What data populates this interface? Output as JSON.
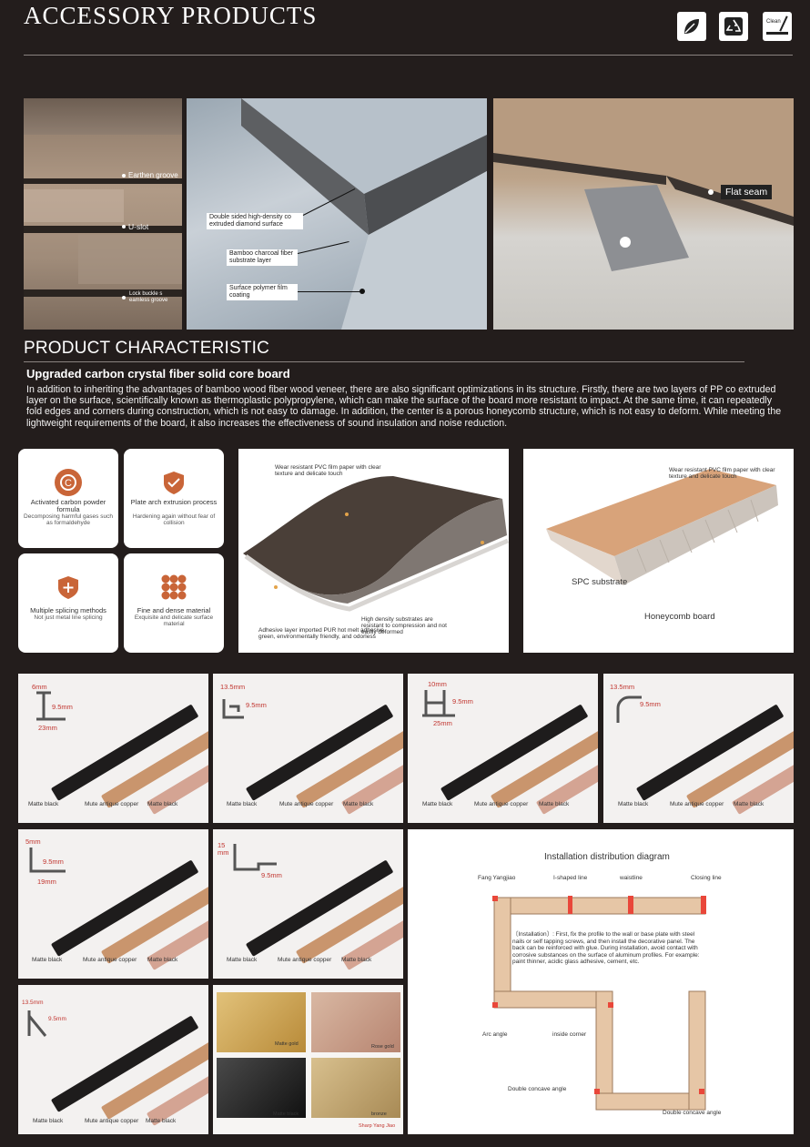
{
  "header": {
    "title": "ACCESSORY PRODUCTS",
    "icons": [
      "leaf-icon",
      "recycle-icon",
      "clean-icon"
    ],
    "clean_label": "Clean"
  },
  "panel1": {
    "labels": [
      "Earthen groove",
      "U-slot",
      "Lock buckle s eamless groove"
    ]
  },
  "panel2": {
    "labels": [
      "Double sided high-density co extruded diamond surface",
      "Bamboo charcoal fiber substrate layer",
      "Surface polymer film coating"
    ]
  },
  "panel3": {
    "label": "Flat seam"
  },
  "characteristic": {
    "heading": "PRODUCT CHARACTERISTIC",
    "subheading": "Upgraded carbon crystal fiber solid core board",
    "paragraph": "In addition to inheriting the advantages of bamboo wood fiber wood veneer, there are also significant optimizations in its structure. Firstly, there are two layers of PP co extruded layer on the surface, scientifically known as thermoplastic polypropylene, which can make the surface of the board more resistant to impact. At the same time, it can repeatedly fold edges and corners during construction, which is not easy to damage. In addition, the center is a porous honeycomb structure, which is not easy to deform. While meeting the lightweight requirements of the board, it also increases the effectiveness of sound insulation and noise reduction."
  },
  "features": [
    {
      "title": "Activated carbon powder formula",
      "desc": "Decomposing harmful gases such as formaldehyde",
      "icon": "carbon-molecule-icon"
    },
    {
      "title": "Plate arch extrusion process",
      "desc": "Hardening again without fear of collision",
      "icon": "shield-check-icon"
    },
    {
      "title": "Multiple splicing methods",
      "desc": "Not just metal line splicing",
      "icon": "shield-plus-icon"
    },
    {
      "title": "Fine and dense material",
      "desc": "Exquisite and delicate surface material",
      "icon": "honeycomb-icon"
    }
  ],
  "board_layers": {
    "top": "Wear resistant PVC film paper with clear texture and delicate touch",
    "adhesive": "Adhesive layer imported PUR hot melt adhesive, green, environmentally friendly, and odorless",
    "substrate": "High density substrates are resistant to compression and not easily deformed"
  },
  "spc_board": {
    "top": "Wear resistant PVC film paper with clear texture and delicate touch",
    "spc": "SPC substrate",
    "honeycomb": "Honeycomb board"
  },
  "profiles": [
    {
      "dims": [
        "6mm",
        "9.5mm",
        "23mm"
      ],
      "swatches": [
        "Matte black",
        "Mute antique copper",
        "Matte black"
      ]
    },
    {
      "dims": [
        "13.5mm",
        "9.5mm"
      ],
      "swatches": [
        "Matte black",
        "Mute antique copper",
        "Matte black"
      ]
    },
    {
      "dims": [
        "10mm",
        "9.5mm",
        "25mm"
      ],
      "swatches": [
        "Matte black",
        "Mute antique copper",
        "Matte black"
      ]
    },
    {
      "dims": [
        "13.5mm",
        "9.5mm"
      ],
      "swatches": [
        "Matte black",
        "Mute antique copper",
        "Matte black"
      ]
    },
    {
      "dims": [
        "5mm",
        "9.5mm",
        "19mm"
      ],
      "swatches": [
        "Matte black",
        "Mute antique copper",
        "Matte black"
      ]
    },
    {
      "dims": [
        "15 mm",
        "9.5mm"
      ],
      "swatches": [
        "Matte black",
        "Mute antique copper",
        "Matte black"
      ]
    },
    {
      "dims": [
        "13.5mm",
        "9.5mm"
      ],
      "swatches": [
        "Matte black",
        "Mute antique copper",
        "Matte black"
      ]
    }
  ],
  "finishes": {
    "labels": [
      "Matte gold",
      "Rose gold",
      "Matte black",
      "bronze"
    ],
    "footer": "Sharp Yang Jiao"
  },
  "installation": {
    "title": "Installation distribution diagram",
    "labels": [
      "Fang Yangjiao",
      "I-shaped line",
      "waistline",
      "Closing line",
      "Arc angle",
      "inside corner",
      "Double concave angle",
      "Double concave angle"
    ],
    "note": "〔Installation〕: First, fix the profile to the wall or base plate with steel nails or self tapping screws, and then install the decorative panel. The back can be reinforced with glue. During installation, avoid contact with corrosive substances on the surface of aluminum profiles. For example: paint thinner, acidic glass adhesive, cement, etc."
  },
  "colors": {
    "background": "#231d1c",
    "accent": "#c96538",
    "dimension_red": "#c1342e",
    "copper": "#c9956d",
    "rose": "#d4a493"
  }
}
